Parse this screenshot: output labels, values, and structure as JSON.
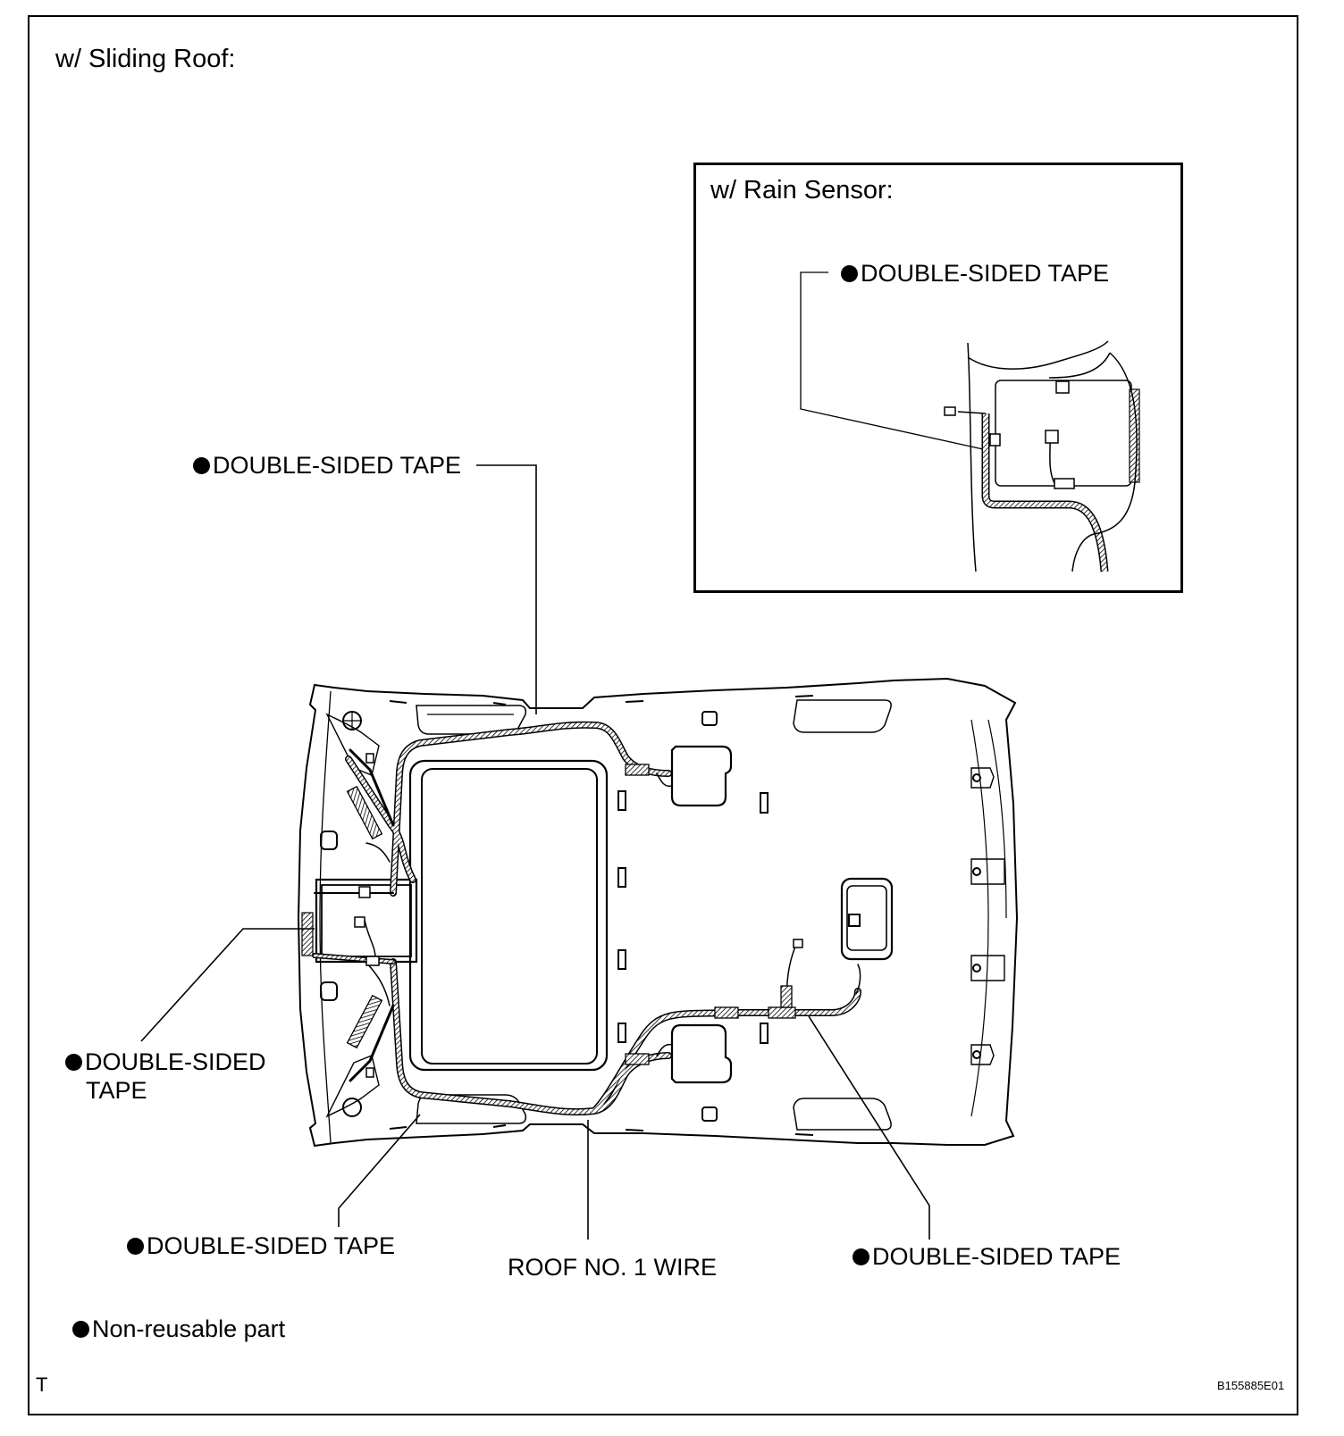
{
  "diagram": {
    "title": "w/ Sliding Roof:",
    "inset_title": "w/ Rain Sensor:",
    "callouts": {
      "inset_tape": "DOUBLE-SIDED TAPE",
      "top_tape": "DOUBLE-SIDED TAPE",
      "left_tape_line1": "DOUBLE-SIDED",
      "left_tape_line2": "TAPE",
      "bottom_left_tape": "DOUBLE-SIDED TAPE",
      "wire": "ROOF NO. 1 WIRE",
      "bottom_right_tape": "DOUBLE-SIDED TAPE"
    },
    "legend": "Non-reusable part",
    "corner_mark": "T",
    "figure_code": "B155885E01"
  }
}
